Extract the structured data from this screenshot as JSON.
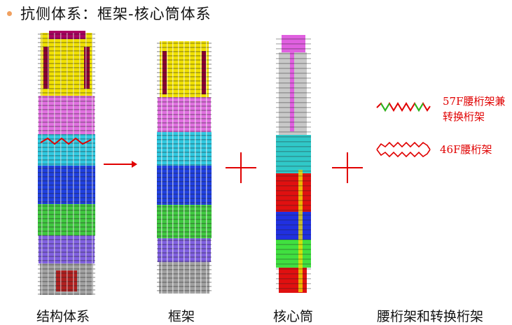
{
  "title": "抗侧体系：框架-核心筒体系",
  "captions": {
    "structure": "结构体系",
    "frame": "框架",
    "core": "核心筒",
    "truss": "腰桁架和转换桁架"
  },
  "truss_notes": {
    "f57_line1": "57F腰桁架兼",
    "f57_line2": "转换桁架",
    "f46": "46F腰桁架"
  },
  "colors": {
    "accent_red": "#e00000",
    "bullet": "#f0a060"
  },
  "icons": [
    "arrow-right-icon",
    "plus-icon",
    "plus-icon"
  ]
}
